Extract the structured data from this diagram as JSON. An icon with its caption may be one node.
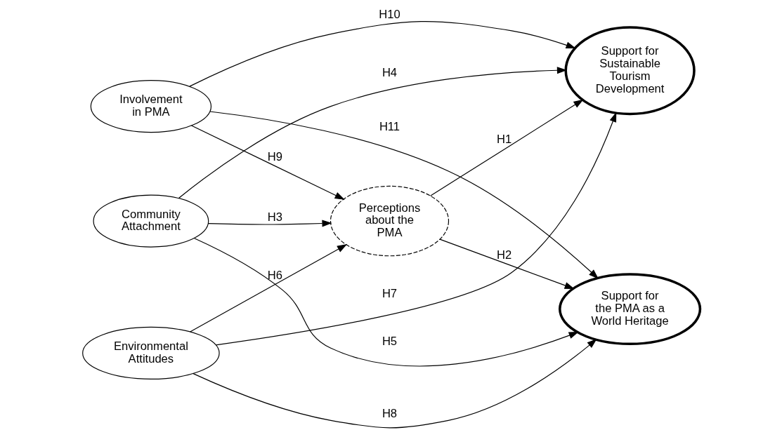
{
  "diagram": {
    "nodes": [
      {
        "text": [
          "Community Attachment"
        ]
      },
      {
        "text": [
          "Environmental Attitudes"
        ]
      },
      {
        "text": [
          "Involvement in PMA"
        ]
      },
      {
        "text": [
          "Perceptions about the PMA"
        ]
      },
      {
        "text": [
          "Support for the PMA as a World Heritage"
        ]
      },
      {
        "text": [
          "Support for Sustainable Tourism Development"
        ]
      }
    ],
    "edges": [
      {
        "from": 0,
        "to": 4,
        "arrow": "to",
        "label": "H5"
      },
      {
        "from": 0,
        "to": 5,
        "arrow": "to",
        "label": "H4"
      },
      {
        "from": 0,
        "to": 3,
        "arrow": "to",
        "label": "H3"
      },
      {
        "from": 1,
        "to": 4,
        "arrow": "to",
        "label": "H8"
      },
      {
        "from": 1,
        "to": 3,
        "arrow": "to",
        "label": "H6"
      },
      {
        "from": 1,
        "to": 5,
        "arrow": "to",
        "label": "H7"
      },
      {
        "from": 3,
        "to": 4,
        "arrow": "to",
        "label": "H2"
      },
      {
        "from": 3,
        "to": 5,
        "arrow": "to",
        "label": "H1"
      },
      {
        "from": 2,
        "to": 3,
        "arrow": "to",
        "label": "H9"
      },
      {
        "from": 2,
        "to": 4,
        "arrow": "to",
        "label": "H11"
      },
      {
        "from": 2,
        "to": 5,
        "arrow": "to",
        "label": "H10"
      }
    ]
  }
}
